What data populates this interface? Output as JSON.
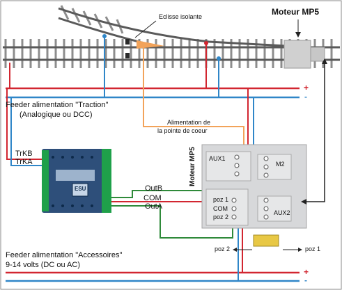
{
  "labels": {
    "motor_title": "Moteur MP5",
    "isolating_joint": "Eclisse isolante",
    "traction_feeder_line1": "Feeder alimentation \"Traction\"",
    "traction_feeder_line2": "(Analogique ou DCC)",
    "frog_power_line1": "Alimentation de",
    "frog_power_line2": "la pointe de coeur",
    "trkb": "TrKB",
    "trka": "TrKA",
    "outb": "OutB",
    "com": "COM",
    "outa": "OutA",
    "motor_box_label": "Moteur MP5",
    "aux1": "AUX1",
    "aux2": "AUX2",
    "m2": "M2",
    "poz1": "poz 1",
    "com_box": "COM",
    "poz2": "poz 2",
    "arrow_poz2": "poz 2",
    "arrow_poz1": "poz 1",
    "accessory_feeder_line1": "Feeder alimentation \"Accessoires\"",
    "accessory_feeder_line2": "9-14 volts (DC ou AC)",
    "plus_top": "+",
    "minus_top": "-",
    "plus_bottom": "+",
    "minus_bottom": "-",
    "decoder_brand": "ESU"
  },
  "colors": {
    "red_wire": "#d22630",
    "blue_wire": "#2f86c8",
    "green_wire": "#2f8a3a",
    "orange_wire": "#f2a35a",
    "motor_grey": "#d7d8da",
    "decoder_blue": "#2e4f7a",
    "terminal_green": "#1fa04a",
    "rail_grey": "#6b6b6b",
    "yellow_part": "#e8c845"
  },
  "icons": {
    "decoder": "lokpilot-decoder-icon",
    "motor": "turnout-motor-icon",
    "track": "turnout-track-icon"
  }
}
